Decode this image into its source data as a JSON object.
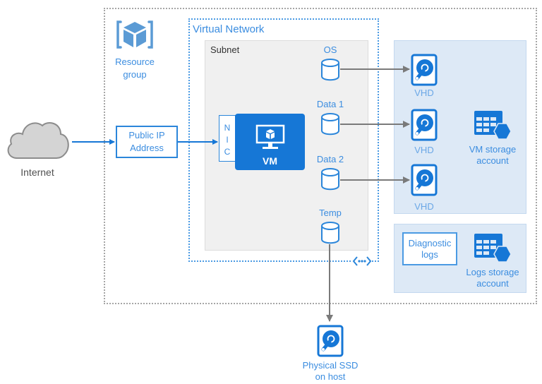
{
  "diagram": {
    "internet": {
      "label": "Internet",
      "icon": "cloud-icon"
    },
    "resource_group": {
      "label_line1": "Resource",
      "label_line2": "group",
      "icon": "resource-group-cube-icon"
    },
    "public_ip": {
      "label_line1": "Public IP",
      "label_line2": "Address"
    },
    "virtual_network": {
      "label": "Virtual Network",
      "peering_icon": "vnet-peering-icon"
    },
    "subnet": {
      "label": "Subnet"
    },
    "nic": {
      "letters": [
        "N",
        "I",
        "C"
      ]
    },
    "vm": {
      "label": "VM",
      "icon": "virtual-machine-monitor-icon"
    },
    "disks": [
      {
        "label": "OS",
        "icon": "database-cylinder-icon",
        "target": "VHD"
      },
      {
        "label": "Data 1",
        "icon": "database-cylinder-icon",
        "target": "VHD"
      },
      {
        "label": "Data 2",
        "icon": "database-cylinder-icon",
        "target": "VHD"
      },
      {
        "label": "Temp",
        "icon": "database-cylinder-icon",
        "target": "Physical SSD on host"
      }
    ],
    "vhds": [
      {
        "label": "VHD",
        "icon": "hard-disk-icon"
      },
      {
        "label": "VHD",
        "icon": "hard-disk-icon"
      },
      {
        "label": "VHD",
        "icon": "hard-disk-icon"
      }
    ],
    "vm_storage": {
      "label_line1": "VM storage",
      "label_line2": "account",
      "icon": "storage-account-icon"
    },
    "diagnostic_logs": {
      "label_line1": "Diagnostic",
      "label_line2": "logs"
    },
    "logs_storage": {
      "label_line1": "Logs storage",
      "label_line2": "account",
      "icon": "storage-account-icon"
    },
    "physical_ssd": {
      "label_line1": "Physical SSD",
      "label_line2": "on host",
      "icon": "hard-disk-icon"
    }
  },
  "colors": {
    "accent": "#1677d6",
    "label_blue": "#3b8de0",
    "panel_fill": "#dde9f6",
    "subnet_fill": "#f0f0f0",
    "arrow_gray": "#7a7a7a",
    "cloud_gray": "#d4d4d4"
  }
}
